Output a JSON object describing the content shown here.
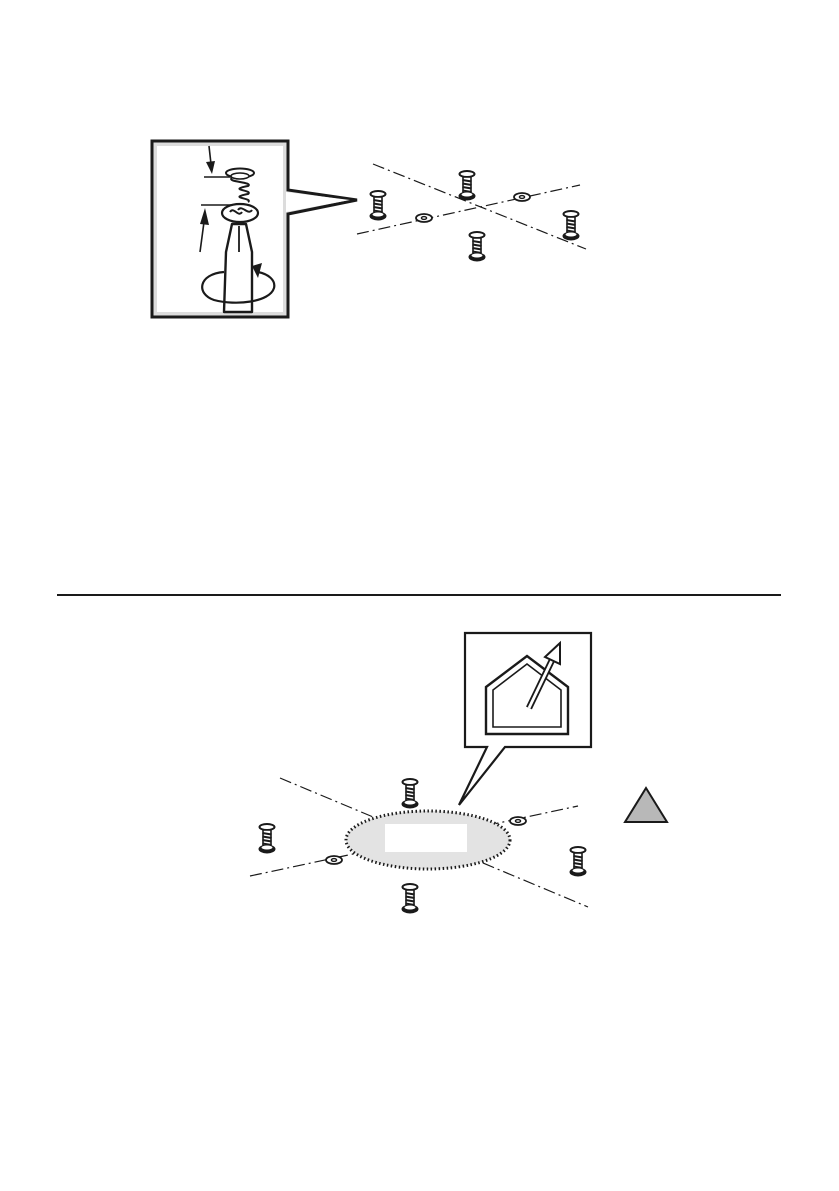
{
  "figures": [
    {
      "id": "screw-layout",
      "icons": [
        "screwdriver-detail-callout",
        "screw-icon",
        "washer-icon",
        "rotation-arrow-icon",
        "dimension-arrow-icon"
      ]
    },
    {
      "id": "ventilation-layout",
      "icons": [
        "house-vent-callout",
        "screw-icon",
        "washer-icon",
        "warning-triangle-icon"
      ]
    }
  ],
  "colors": {
    "ink": "#1a1a1a",
    "frame_fill": "#dcdcdc",
    "zone_fill": "#e3e3e3",
    "warning_fill": "#b8b8b8"
  }
}
